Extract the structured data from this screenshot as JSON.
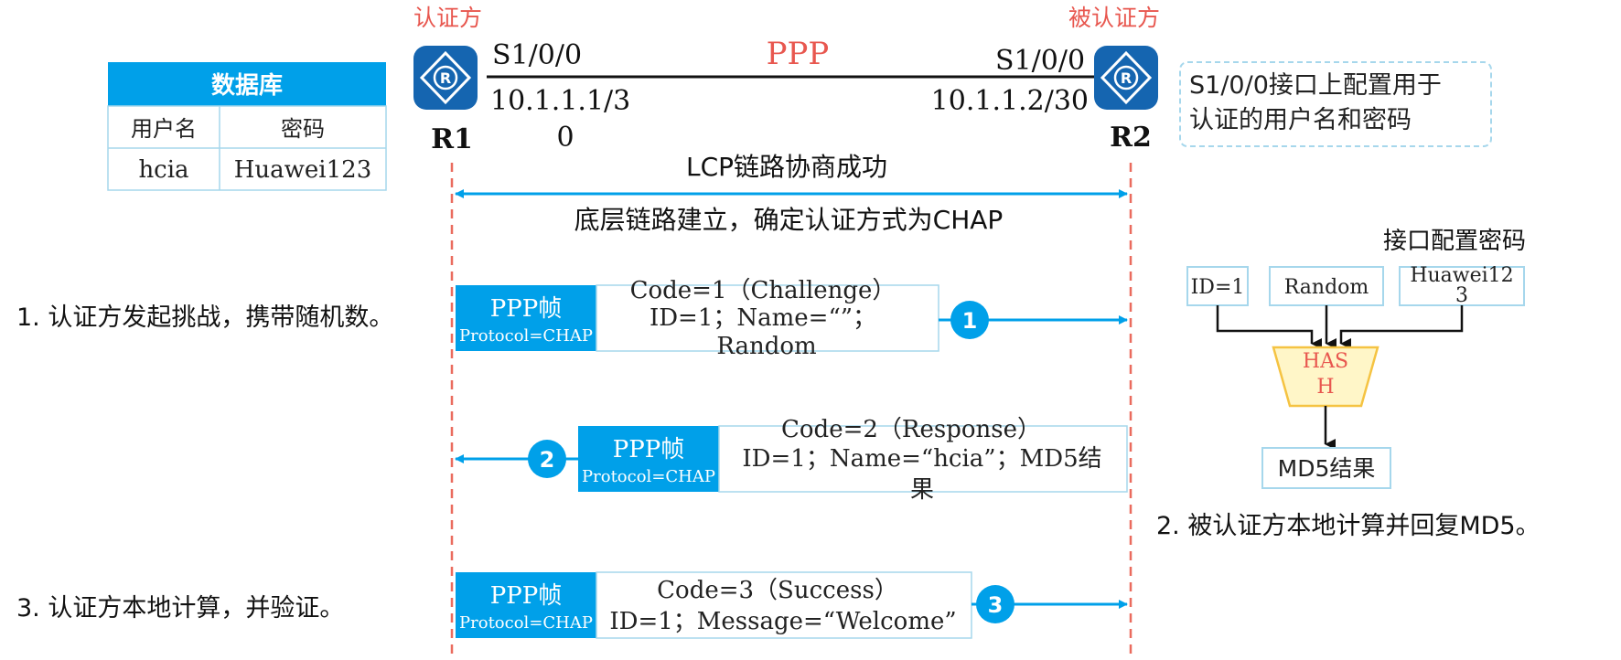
{
  "roles": {
    "authenticator": "认证方",
    "authenticatee": "被认证方"
  },
  "link": {
    "protocol": "PPP",
    "r1_interface": "S1/0/0",
    "r2_interface": "S1/0/0",
    "r1_ip_line1": "10.1.1.1/3",
    "r1_ip_line2": "0",
    "r2_ip": "10.1.1.2/30"
  },
  "routers": {
    "r1": "R1",
    "r2": "R2",
    "icon_letter": "R"
  },
  "database": {
    "title": "数据库",
    "headers": [
      "用户名",
      "密码"
    ],
    "row": [
      "hcia",
      "Huawei123"
    ]
  },
  "note": {
    "line1": "S1/0/0接口上配置用于",
    "line2": "认证的用户名和密码"
  },
  "lcp": {
    "top": "LCP链路协商成功",
    "bottom": "底层链路建立，确定认证方式为CHAP"
  },
  "frame": {
    "title": "PPP帧",
    "protocol": "Protocol=CHAP"
  },
  "messages": [
    {
      "num": "1",
      "lines": [
        "Code=1（Challenge）",
        "ID=1；Name=“”；",
        "Random"
      ]
    },
    {
      "num": "2",
      "lines": [
        "Code=2（Response）",
        "ID=1；Name=“hcia”；MD5结",
        "果"
      ]
    },
    {
      "num": "3",
      "lines": [
        "Code=3（Success）",
        "ID=1；Message=“Welcome”"
      ]
    }
  ],
  "steps": {
    "step1": "1. 认证方发起挑战，携带随机数。",
    "step2": "2. 被认证方本地计算并回复MD5。",
    "step3": "3. 认证方本地计算，并验证。"
  },
  "hash": {
    "caption": "接口配置密码",
    "inputs": [
      "ID=1",
      "Random",
      "Huawei12",
      "3"
    ],
    "label_line1": "HAS",
    "label_line2": "H",
    "result": "MD5结果"
  },
  "colors": {
    "accent_blue": "#00a0e9",
    "router_blue": "#1565b0",
    "red_text": "#e8574f",
    "dashed_red": "#ea6b5e",
    "box_border": "#a6d7ec",
    "hash_fill": "#fff6c8",
    "hash_border": "#f5c342"
  },
  "icons": {
    "router": "router-icon"
  }
}
